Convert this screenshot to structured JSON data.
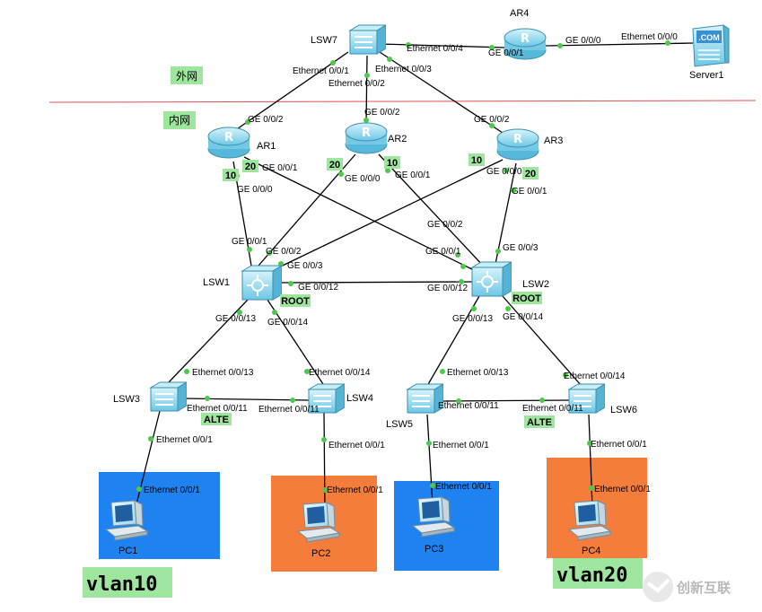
{
  "zones": {
    "outer": "外网",
    "inner": "内网"
  },
  "devices": {
    "lsw7": "LSW7",
    "ar4": "AR4",
    "server1": "Server1",
    "ar1": "AR1",
    "ar2": "AR2",
    "ar3": "AR3",
    "lsw1": "LSW1",
    "lsw2": "LSW2",
    "lsw3": "LSW3",
    "lsw4": "LSW4",
    "lsw5": "LSW5",
    "lsw6": "LSW6",
    "pc1": "PC1",
    "pc2": "PC2",
    "pc3": "PC3",
    "pc4": "PC4"
  },
  "server_badge": ".COM",
  "ports": {
    "lsw7_e4": "Ethernet 0/0/4",
    "ar4_g01": "GE 0/0/1",
    "ar4_g00": "GE 0/0/0",
    "srv_e0": "Ethernet 0/0/0",
    "lsw7_e1": "Ethernet 0/0/1",
    "lsw7_e3": "Ethernet 0/0/3",
    "lsw7_e2": "Ethernet 0/0/2",
    "ar1_g02": "GE 0/0/2",
    "ar2_g02": "GE 0/0/2",
    "ar3_g02": "GE 0/0/2",
    "ar1_g01": "GE 0/0/1",
    "ar1_g00": "GE 0/0/0",
    "ar2_g00": "GE 0/0/0",
    "ar2_g01": "GE 0/0/1",
    "ar3_g00": "GE 0/0/0",
    "ar3_g01": "GE 0/0/1",
    "lsw1_g01": "GE 0/0/1",
    "lsw1_g02": "GE 0/0/2",
    "lsw1_g03": "GE 0/0/3",
    "lsw1_g12": "GE 0/0/12",
    "lsw2_g02": "GE 0/0/2",
    "lsw2_g01": "GE 0/0/1",
    "lsw2_g03": "GE 0/0/3",
    "lsw2_g12": "GE 0/0/12",
    "lsw1_g13": "GE 0/0/13",
    "lsw1_g14": "GE 0/0/14",
    "lsw2_g13": "GE 0/0/13",
    "lsw2_g14": "GE 0/0/14",
    "lsw3_e13": "Ethernet 0/0/13",
    "lsw4_e14": "Ethernet 0/0/14",
    "lsw5_e13": "Ethernet 0/0/13",
    "lsw6_e14": "Ethernet 0/0/14",
    "lsw3_e11": "Ethernet 0/0/11",
    "lsw4_e11": "Ethernet 0/0/11",
    "lsw5_e11": "Ethernet 0/0/11",
    "lsw6_e11": "Ethernet 0/0/11",
    "lsw3_e1": "Ethernet 0/0/1",
    "lsw4_e1": "Ethernet 0/0/1",
    "lsw5_e1": "Ethernet 0/0/1",
    "lsw6_e1": "Ethernet 0/0/1",
    "pc1_e1": "Ethernet 0/0/1",
    "pc2_e1": "Ethernet 0/0/1",
    "pc3_e1": "Ethernet 0/0/1",
    "pc4_e1": "Ethernet 0/0/1"
  },
  "tags": {
    "ar1_a": "10",
    "ar1_b": "20",
    "ar2_a": "20",
    "ar2_b": "10",
    "ar3_a": "10",
    "ar3_b": "20",
    "root1": "ROOT",
    "root2": "ROOT",
    "alte1": "ALTE",
    "alte2": "ALTE"
  },
  "vlans": {
    "left": "vlan10",
    "right": "vlan20"
  },
  "watermark": "创新互联",
  "colors": {
    "zone_bg": "#9ee69e",
    "tag_bg": "#9ee69e",
    "vlan10": "#1e82f0",
    "vlan20": "#f57d3c",
    "device": "#8fd8ef",
    "link": "#000000",
    "port_dot": "#4cc94c",
    "divider": "#e05050"
  }
}
